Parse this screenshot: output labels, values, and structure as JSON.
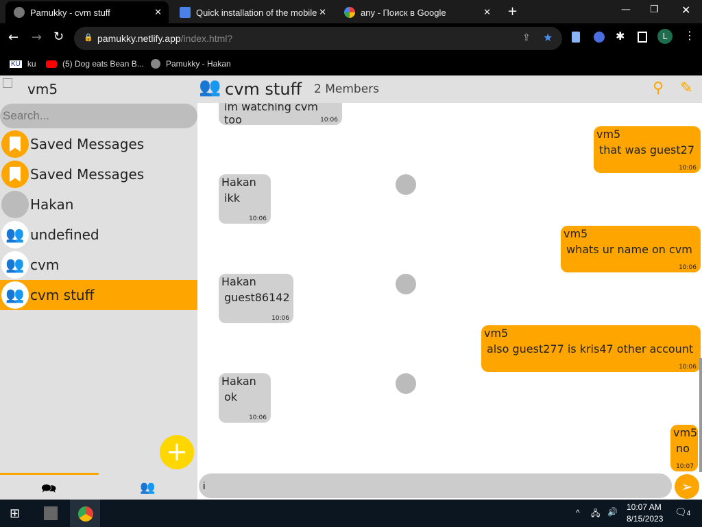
{
  "browser": {
    "tabs": [
      {
        "title": "Pamukky - cvm stuff",
        "active": true
      },
      {
        "title": "Quick installation of the mobile s"
      },
      {
        "title": "any - Поиск в Google"
      }
    ],
    "url_host": "pamukky.netlify.app",
    "url_path": "/index.html?",
    "profile_initial": "L",
    "bookmarks": [
      "ku",
      "(5) Dog eats Bean B...",
      "Pamukky - Hakan"
    ]
  },
  "sidebar": {
    "username": "vm5",
    "search_placeholder": "Search...",
    "chats": [
      {
        "name": "Saved Messages",
        "icon": "bookmark-icon"
      },
      {
        "name": "Saved Messages",
        "icon": "bookmark-icon"
      },
      {
        "name": "Hakan",
        "icon": "avatar"
      },
      {
        "name": "undefined",
        "icon": "group-icon"
      },
      {
        "name": "cvm",
        "icon": "group-icon"
      },
      {
        "name": "cvm stuff",
        "icon": "group-icon",
        "selected": true
      }
    ]
  },
  "header": {
    "title": "cvm stuff",
    "members": "2 Members"
  },
  "messages": [
    {
      "dir": "in",
      "text": "im watching cvm too",
      "time": "10:06"
    },
    {
      "dir": "out",
      "sender": "vm5",
      "text": "that was guest27",
      "time": "10:06"
    },
    {
      "dir": "in",
      "sender": "Hakan",
      "text": "ikk",
      "time": "10:06"
    },
    {
      "dir": "out",
      "sender": "vm5",
      "text": "whats ur name on cvm",
      "time": "10:06"
    },
    {
      "dir": "in",
      "sender": "Hakan",
      "text": "guest86142",
      "time": "10:06"
    },
    {
      "dir": "out",
      "sender": "vm5",
      "text": "also guest277 is kris47 other account",
      "time": "10:06"
    },
    {
      "dir": "in",
      "sender": "Hakan",
      "text": "ok",
      "time": "10:06"
    },
    {
      "dir": "out",
      "sender": "vm5",
      "text": "no",
      "time": "10:07"
    }
  ],
  "input": {
    "value": "i"
  },
  "colors": {
    "accent": "#ffa500",
    "fab": "#ffd700"
  },
  "taskbar": {
    "time": "10:07 AM",
    "date": "8/15/2023",
    "notifications": "4"
  }
}
